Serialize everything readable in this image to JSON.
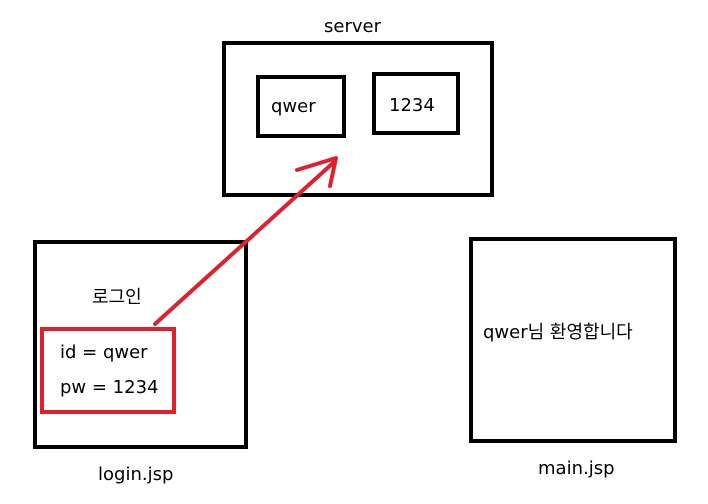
{
  "server": {
    "title": "server",
    "stored_id": "qwer",
    "stored_pw": "1234"
  },
  "login_page": {
    "heading": "로그인",
    "id_line": "id = qwer",
    "pw_line": "pw = 1234",
    "file_label": "login.jsp"
  },
  "main_page": {
    "message": "qwer님 환영합니다",
    "file_label": "main.jsp"
  },
  "colors": {
    "box_border": "#000000",
    "highlight": "#e0202c",
    "background": "#ffffff"
  }
}
